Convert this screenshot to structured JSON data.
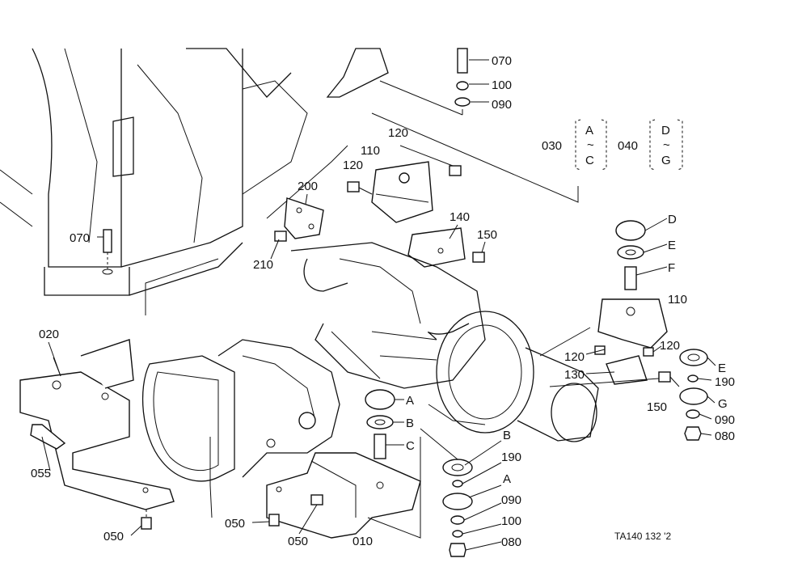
{
  "callouts": {
    "c070_top": "070",
    "c100_top": "100",
    "c090_top": "090",
    "c030": "030",
    "c030_range": [
      "A",
      "~",
      "C"
    ],
    "c040": "040",
    "c040_range": [
      "D",
      "~",
      "G"
    ],
    "c120_top": "120",
    "c120_left": "120",
    "c110_top": "110",
    "c200": "200",
    "c210": "210",
    "c140": "140",
    "c150_mid": "150",
    "c070_left": "070",
    "cD": "D",
    "cE_right": "E",
    "cF": "F",
    "c110_right": "110",
    "c120_r1": "120",
    "c120_r2": "120",
    "c130": "130",
    "c150_r": "150",
    "cE_r2": "E",
    "c190_r": "190",
    "cG": "G",
    "c090_r": "090",
    "c080_r": "080",
    "c020": "020",
    "c055": "055",
    "cA_mid": "A",
    "cB_mid": "B",
    "cC_mid": "C",
    "cB_low": "B",
    "c190_low": "190",
    "cA_low": "A",
    "c090_low": "090",
    "c100_low": "100",
    "c080_low": "080",
    "c050_a": "050",
    "c050_b": "050",
    "c050_c": "050",
    "c010": "010",
    "ref_code": "TA140 132 '2"
  }
}
